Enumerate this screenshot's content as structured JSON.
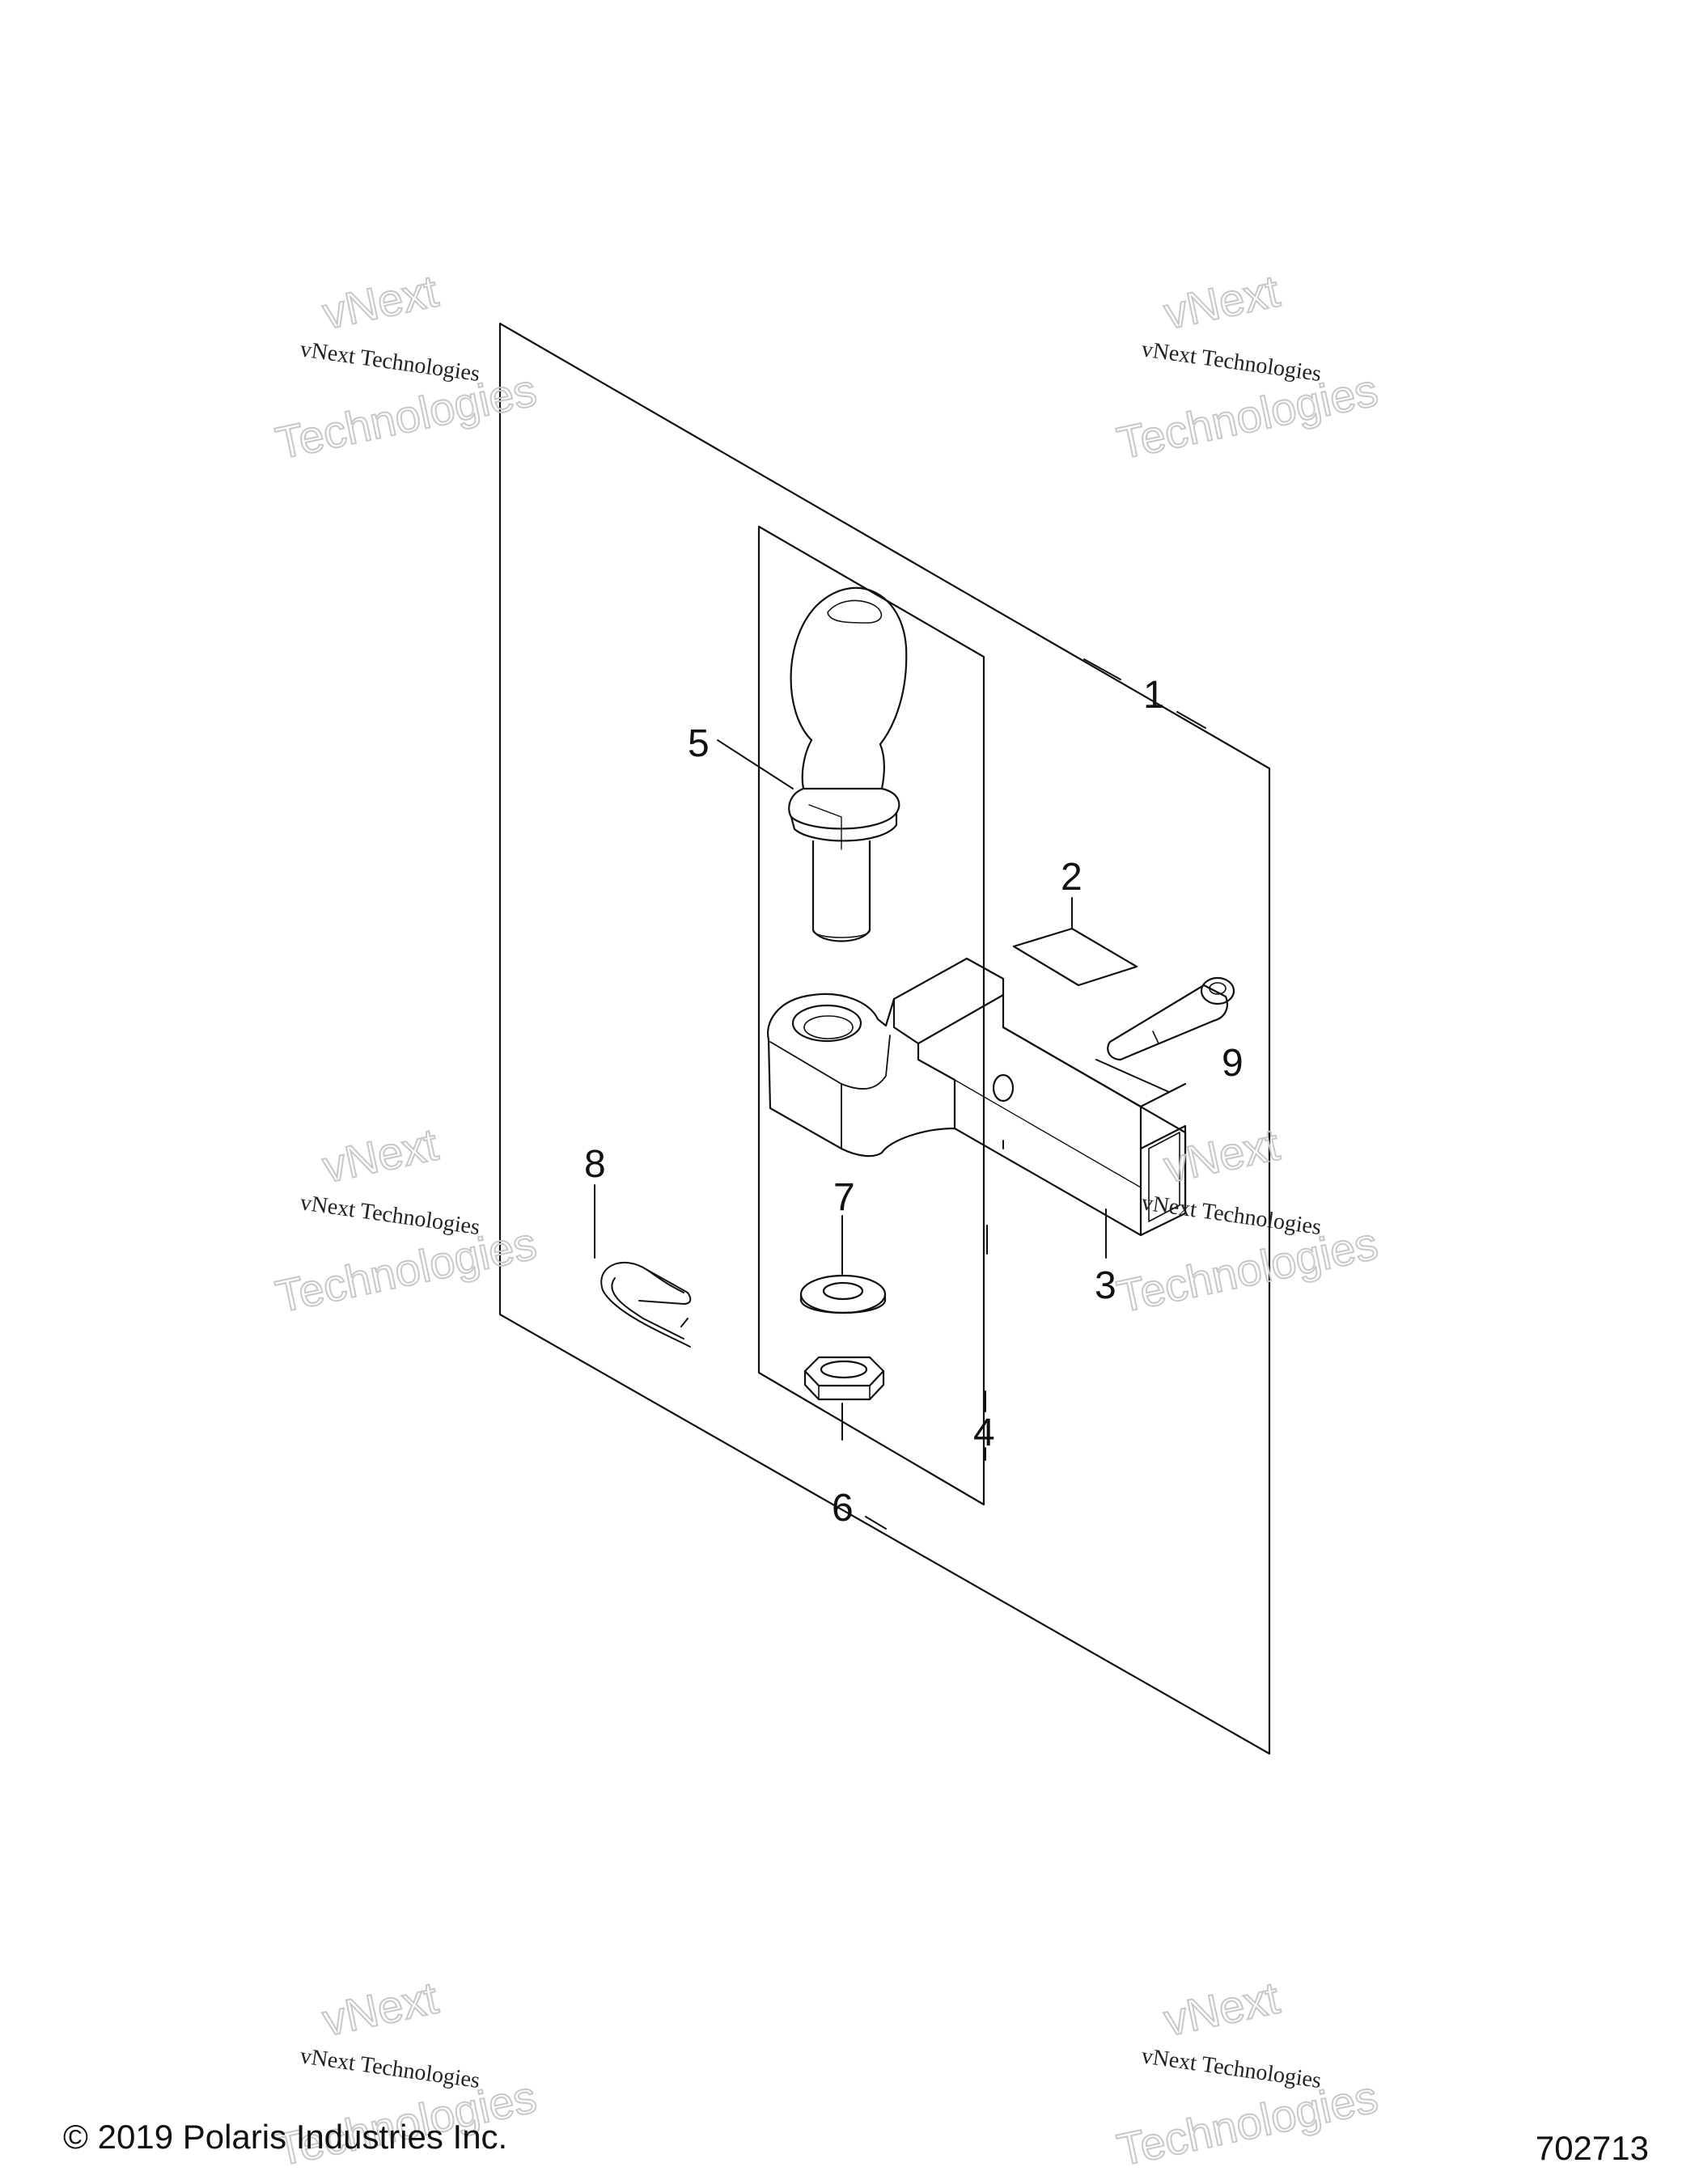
{
  "diagram": {
    "callouts": [
      "1",
      "2",
      "3",
      "4",
      "5",
      "6",
      "7",
      "8",
      "9"
    ],
    "watermark": {
      "line1": "vNext Technologies",
      "line2": "Technologies",
      "line3": "vNext"
    }
  },
  "footer": {
    "copyright": "© 2019 Polaris Industries Inc.",
    "drawing_number": "702713"
  }
}
